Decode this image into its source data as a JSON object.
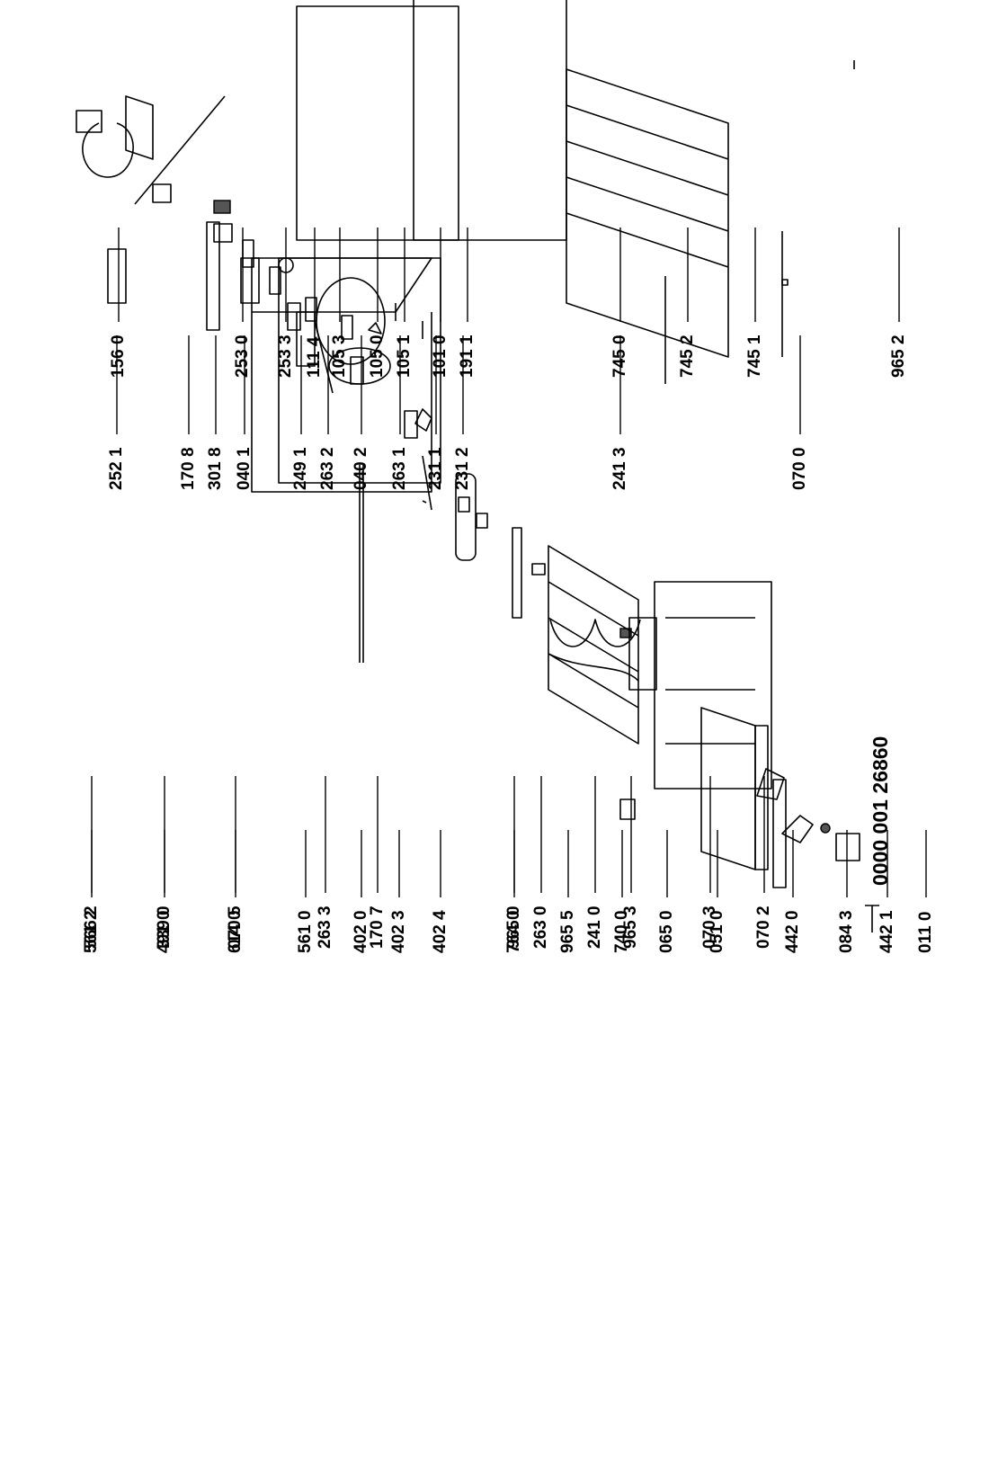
{
  "document_id": "0000 001 26860",
  "parts": [
    "561 2",
    "491 0",
    "614 0",
    "561 0",
    "402 0",
    "402 3",
    "402 4",
    "764 0",
    "965 5",
    "740 0",
    "065 0",
    "051 0",
    "442 0",
    "084 3",
    "442 1",
    "011 0",
    "566 2",
    "339 0",
    "070 5",
    "263 3",
    "170 7",
    "965 0",
    "263 0",
    "241 0",
    "965 3",
    "070 3",
    "070 2",
    "252 1",
    "170 8",
    "301 8",
    "040 1",
    "249 1",
    "263 2",
    "040 2",
    "263 1",
    "231 1",
    "231 2",
    "241 3",
    "070 0",
    "156 0",
    "253 0",
    "253 3",
    "111 4",
    "105 3",
    "105 0",
    "105 1",
    "101 0",
    "191 1",
    "745 0",
    "745 2",
    "745 1",
    "965 2"
  ]
}
